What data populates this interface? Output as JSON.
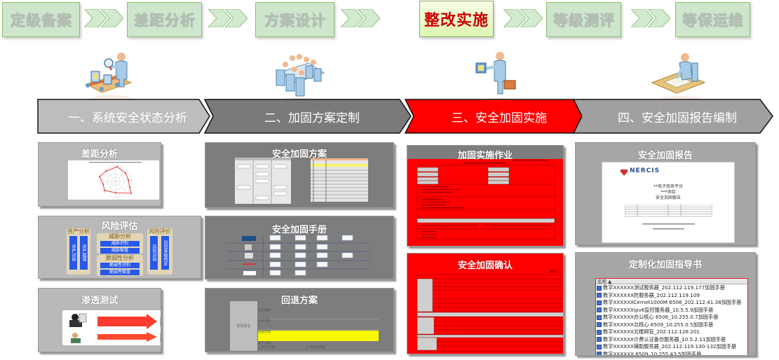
{
  "process": {
    "stages": [
      {
        "label": "定级备案",
        "active": false
      },
      {
        "label": "差距分析",
        "active": false
      },
      {
        "label": "方案设计",
        "active": false
      },
      {
        "label": "整改实施",
        "active": true
      },
      {
        "label": "等级测评",
        "active": false
      },
      {
        "label": "等保运维",
        "active": false
      }
    ]
  },
  "figures": [
    {
      "name": "inspector-with-magnifier-icon"
    },
    {
      "name": "meeting-table-icon"
    },
    {
      "name": "worker-with-briefcase-icon"
    },
    {
      "name": "person-writing-at-desk-icon"
    }
  ],
  "phases": [
    {
      "label": "一、系统安全状态分析",
      "color": "#bdbdbd"
    },
    {
      "label": "二、加固方案定制",
      "color": "#7a7a7a"
    },
    {
      "label": "三、安全加固实施",
      "color": "#ff0000"
    },
    {
      "label": "四、安全加固报告编制",
      "color": "#a0a0a0"
    }
  ],
  "columns": {
    "analysis": {
      "gap": {
        "title": "差距分析"
      },
      "risk": {
        "title": "风险评估",
        "asset": {
          "head": "资产分析",
          "items": [
            "资产识别",
            "资产赋值"
          ]
        },
        "threat": {
          "head": "威胁分析",
          "items": [
            "威胁识别",
            "威胁赋值"
          ]
        },
        "vuln": {
          "head": "脆弱性分析",
          "items": [
            "脆弱性识别",
            "脆弱性赋值"
          ]
        },
        "eval": {
          "head": "风险评价",
          "items": [
            "风险识别",
            "风险等级判定"
          ]
        }
      },
      "pentest": {
        "title": "渗透测试"
      }
    },
    "plan": {
      "scheme": {
        "title": "安全加固方案"
      },
      "manual": {
        "title": "安全加固手册"
      },
      "rollback": {
        "title": "回退方案",
        "left_label": "密码安全",
        "rows": [
          "安全规划",
          "加固内容",
          "回退步骤",
          "是否实施"
        ],
        "options": [
          "□ 执行回退",
          "□ 不执行回退"
        ]
      }
    },
    "implement": {
      "work": {
        "title": "加固实施作业"
      },
      "confirm": {
        "title": "安全加固确认",
        "serial_label": "编号:"
      }
    },
    "report": {
      "report": {
        "title": "安全加固报告",
        "logo_text": "NERCIS",
        "doc_lines": [
          "**电子商务平台",
          "***项目",
          "安全加固报告"
        ]
      },
      "guide": {
        "title": "定制化加固指导书",
        "header": "名称 ▲",
        "files": [
          "数字XXXXXX测试服务器_202.112.119.177加固手册",
          "数字XXXXXX防服务器_202.112.119.109",
          "数字XXXXXXCernet1000M 6506_202.112.41.38加固手册",
          "数字XXXXXXipv6监控服务器_10.5.5.9加固手册",
          "数字XXXXXX办公核心 6506_10.255.0.7加固手册",
          "数字XXXXXX北核心 6509_10.255.0.5加固手册",
          "数字XXXXXX北楼网管_202.112.126.201",
          "数字XXXXXX计费认证备份服务器_10.5.2.11加固手册",
          "数字XXXXXX辅助服务器_202.112.119.130-132加固手册",
          "数字XXXXXX 6509_10.255.43.5加固手册"
        ]
      }
    }
  }
}
